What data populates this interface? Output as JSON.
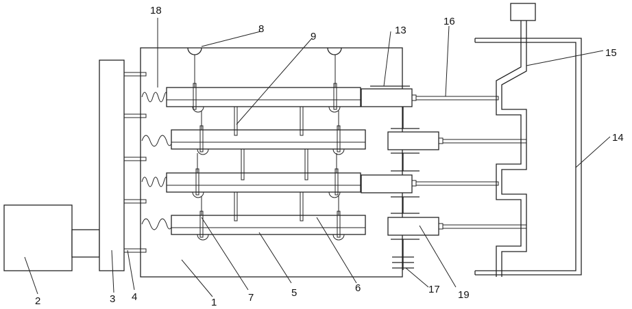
{
  "labels": {
    "n1": "1",
    "n2": "2",
    "n3": "3",
    "n4": "4",
    "n5": "5",
    "n6": "6",
    "n7": "7",
    "n8": "8",
    "n9": "9",
    "n13": "13",
    "n14": "14",
    "n15": "15",
    "n16": "16",
    "n17": "17",
    "n18": "18",
    "n19": "19"
  }
}
